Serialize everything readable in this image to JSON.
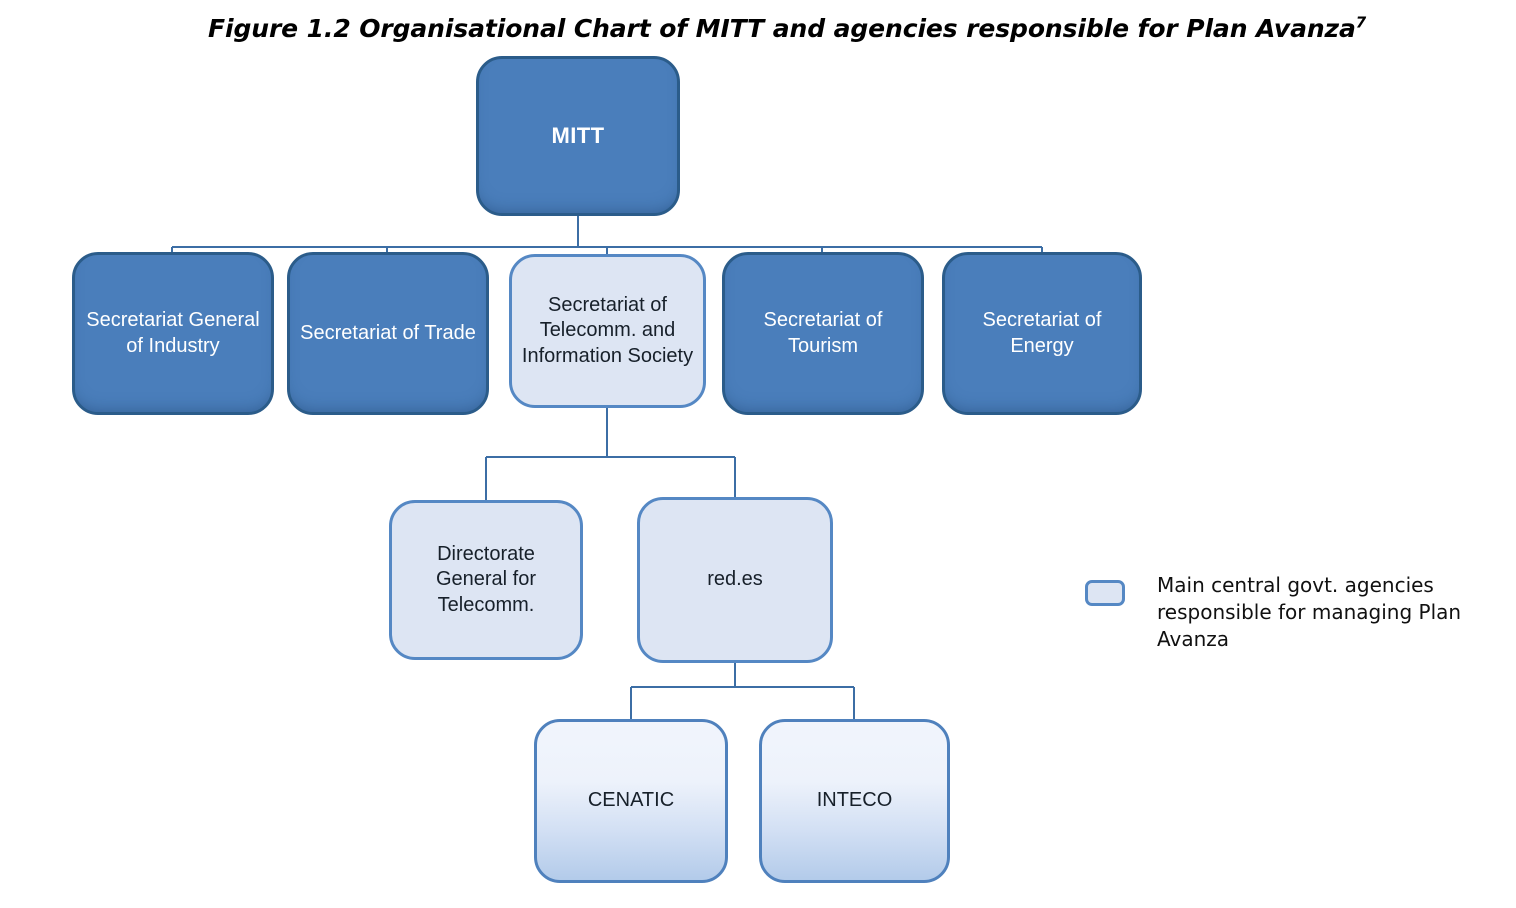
{
  "figure": {
    "title_text": "Figure 1.2 Organisational Chart of MITT and agencies responsible for Plan Avanza",
    "title_footnote": "7",
    "type": "organisational-chart"
  },
  "nodes": {
    "root": {
      "label": "MITT",
      "style": "solid"
    },
    "level2": [
      {
        "label": "Secretariat General of Industry",
        "style": "solid"
      },
      {
        "label": "Secretariat of Trade",
        "style": "solid"
      },
      {
        "label": "Secretariat of Telecomm. and Information Society",
        "style": "pale"
      },
      {
        "label": "Secretariat of Tourism",
        "style": "solid"
      },
      {
        "label": "Secretariat of Energy",
        "style": "solid"
      }
    ],
    "level3": [
      {
        "label": "Directorate General for Telecomm.",
        "style": "pale"
      },
      {
        "label": "red.es",
        "style": "pale"
      }
    ],
    "level4": [
      {
        "label": "CENATIC",
        "style": "gradient"
      },
      {
        "label": "INTECO",
        "style": "gradient"
      }
    ]
  },
  "legend": {
    "swatch_name": "plan-avanza-agency-swatch",
    "text": "Main central govt. agencies responsible for managing Plan Avanza"
  },
  "colors": {
    "solid_fill": "#4A7EBB",
    "solid_border": "#2B5C8A",
    "pale_fill": "#DDE5F3",
    "pale_border": "#5588C4",
    "gradient_top": "#F1F5FC",
    "gradient_bottom": "#B3CBEA",
    "connector": "#3C6EA5",
    "text_light": "#FFFFFF",
    "text_dark": "#17202A",
    "background": "#FFFFFF"
  }
}
